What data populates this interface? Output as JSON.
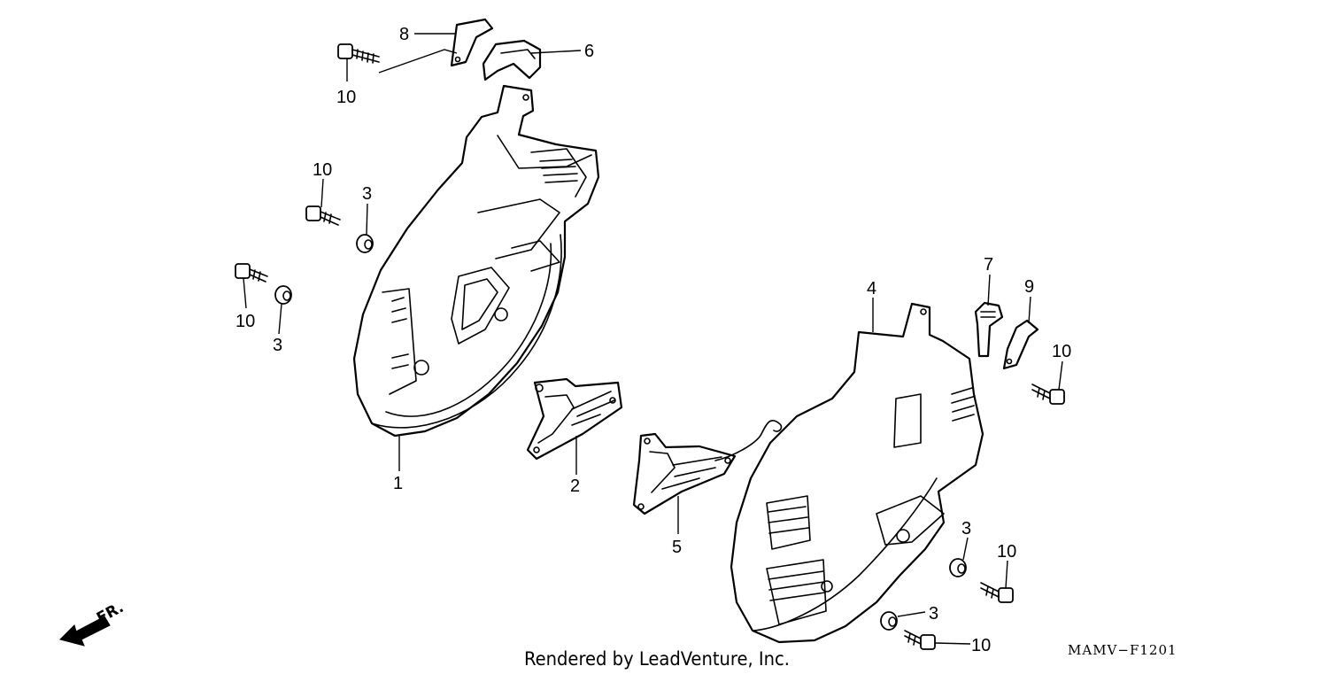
{
  "callouts": {
    "c1": "1",
    "c2": "2",
    "c3a": "3",
    "c3b": "3",
    "c3c": "3",
    "c3d": "3",
    "c4": "4",
    "c5": "5",
    "c6": "6",
    "c7": "7",
    "c8": "8",
    "c9": "9",
    "c10a": "10",
    "c10b": "10",
    "c10c": "10",
    "c10d": "10",
    "c10e": "10",
    "c10f": "10"
  },
  "direction_label": "FR.",
  "credit": "Rendered by LeadVenture, Inc.",
  "diagram_code": "MAMV−F1201"
}
